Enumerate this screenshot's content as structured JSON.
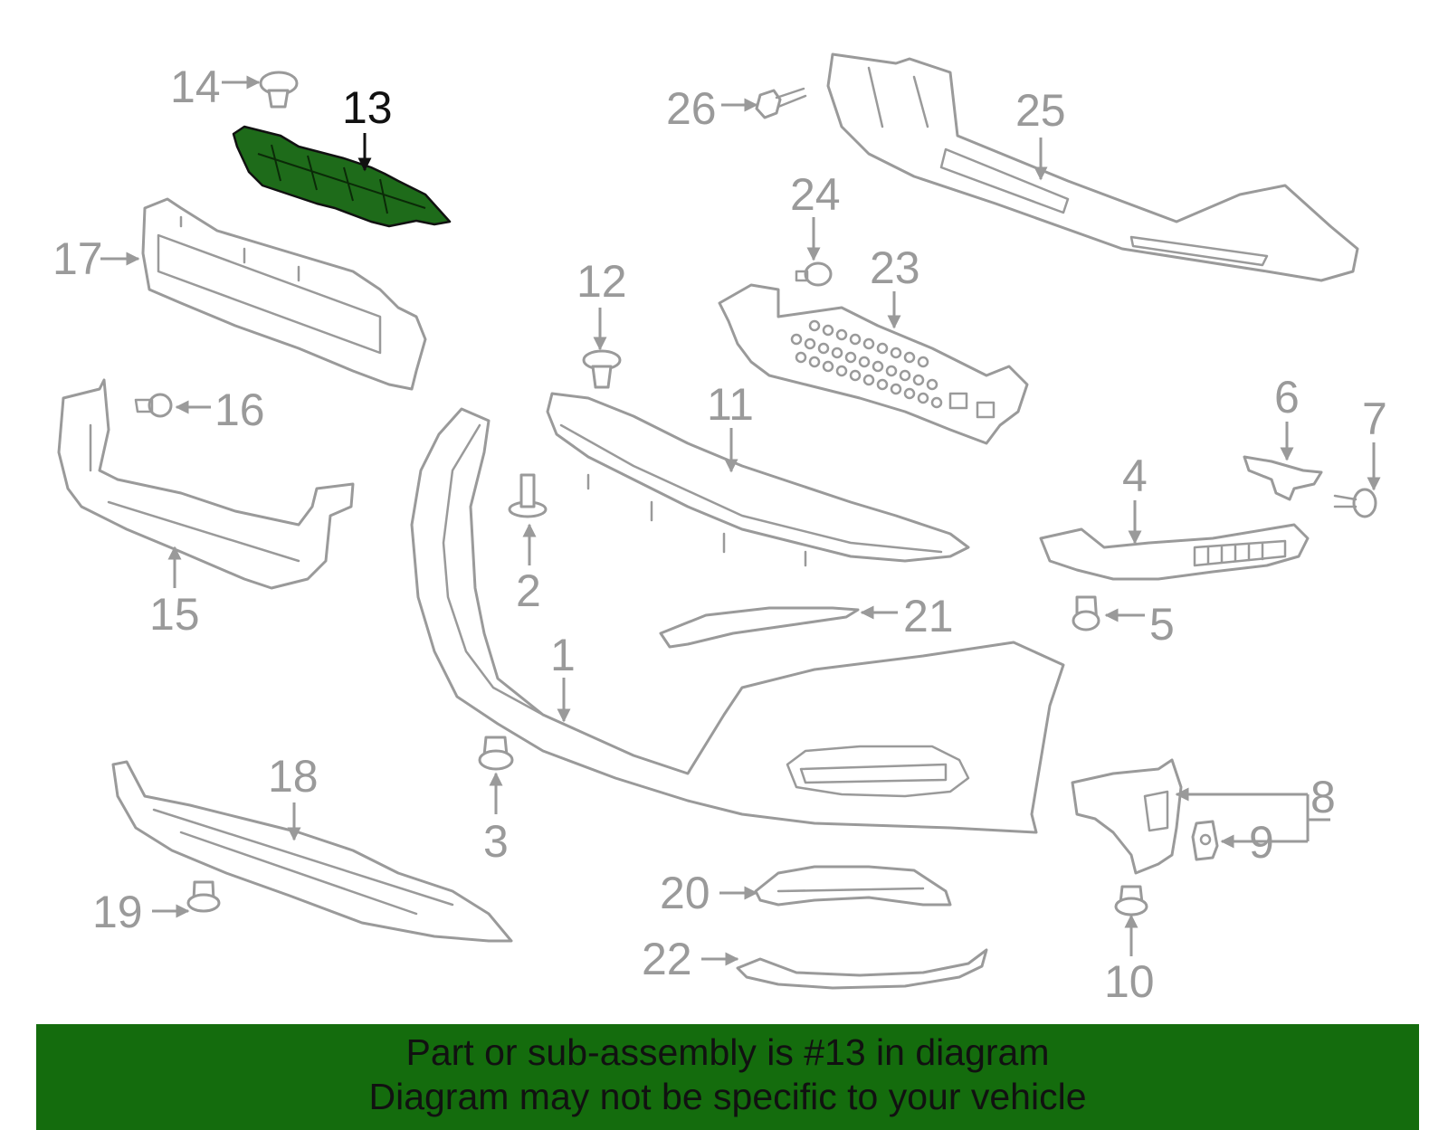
{
  "diagram": {
    "highlighted_part": "13",
    "callouts": [
      "1",
      "2",
      "3",
      "4",
      "5",
      "6",
      "7",
      "8",
      "9",
      "10",
      "11",
      "12",
      "13",
      "14",
      "15",
      "16",
      "17",
      "18",
      "19",
      "20",
      "21",
      "22",
      "23",
      "24",
      "25",
      "26"
    ]
  },
  "caption": {
    "line1": "Part or sub-assembly is #13 in diagram",
    "line2": "Diagram may not be specific to your vehicle"
  },
  "colors": {
    "highlight": "#1e6b1a",
    "banner": "#146c0d",
    "line_art": "#9a9a9a"
  }
}
